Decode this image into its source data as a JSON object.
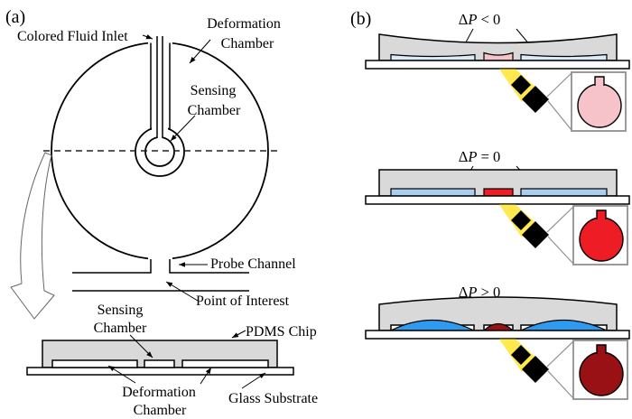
{
  "panel_a": {
    "tag": "(a)",
    "labels": {
      "colored_fluid_inlet": "Colored Fluid Inlet",
      "deformation_chamber": [
        "Deformation",
        "Chamber"
      ],
      "sensing_chamber": [
        "Sensing",
        "Chamber"
      ],
      "probe_channel": "Probe Channel",
      "point_of_interest": "Point of Interest"
    },
    "cross_section_labels": {
      "sensing_chamber": [
        "Sensing",
        "Chamber"
      ],
      "pdms_chip": "PDMS Chip",
      "deformation_chamber": [
        "Deformation",
        "Chamber"
      ],
      "glass_substrate": "Glass Substrate"
    }
  },
  "panel_b": {
    "tag": "(b)",
    "states": [
      {
        "id": "dp-negative",
        "condition": [
          "Δ",
          "P",
          " < 0"
        ],
        "side_chamber_color": "#d8ebf7",
        "center_chamber_color": "#f6c3ca",
        "droplet_color": "#f6c3ca"
      },
      {
        "id": "dp-zero",
        "condition": [
          "Δ",
          "P",
          " = 0"
        ],
        "side_chamber_color": "#a9cef0",
        "center_chamber_color": "#ee1c25",
        "droplet_color": "#ee1c25"
      },
      {
        "id": "dp-positive",
        "condition": [
          "Δ",
          "P",
          " > 0"
        ],
        "side_chamber_color": "#2e9bf0",
        "center_chamber_color": "#9a1115",
        "droplet_color": "#9a1115"
      }
    ]
  },
  "colors": {
    "pdms": "#d9d9d9",
    "substrate": "#ffffff",
    "outline": "#000000",
    "beam": "#ffe94e",
    "inset_border": "#8f8f8f"
  }
}
